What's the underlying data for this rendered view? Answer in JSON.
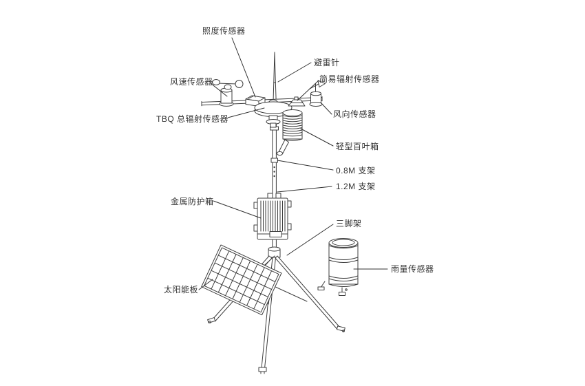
{
  "diagram": {
    "kind": "technical line diagram of an automatic weather station",
    "colors": {
      "line": "#3d3d3d",
      "text": "#333333",
      "background": "#ffffff"
    },
    "labels": [
      {
        "id": "illuminance-sensor",
        "text": "照度传感器"
      },
      {
        "id": "lightning-rod",
        "text": "避雷针"
      },
      {
        "id": "wind-speed-sensor",
        "text": "风速传感器"
      },
      {
        "id": "simple-radiation-sensor",
        "text": "简易辐射传感器"
      },
      {
        "id": "wind-direction-sensor",
        "text": "风向传感器"
      },
      {
        "id": "tbq-total-radiation-sensor",
        "text": "TBQ 总辐射传感器"
      },
      {
        "id": "light-stevenson-screen",
        "text": "轻型百叶箱"
      },
      {
        "id": "bracket-0-8m",
        "text": "0.8M 支架"
      },
      {
        "id": "bracket-1-2m",
        "text": "1.2M 支架"
      },
      {
        "id": "metal-protection-box",
        "text": "金属防护箱"
      },
      {
        "id": "tripod",
        "text": "三脚架"
      },
      {
        "id": "solar-panel",
        "text": "太阳能板"
      },
      {
        "id": "rain-sensor",
        "text": "雨量传感器"
      }
    ]
  }
}
